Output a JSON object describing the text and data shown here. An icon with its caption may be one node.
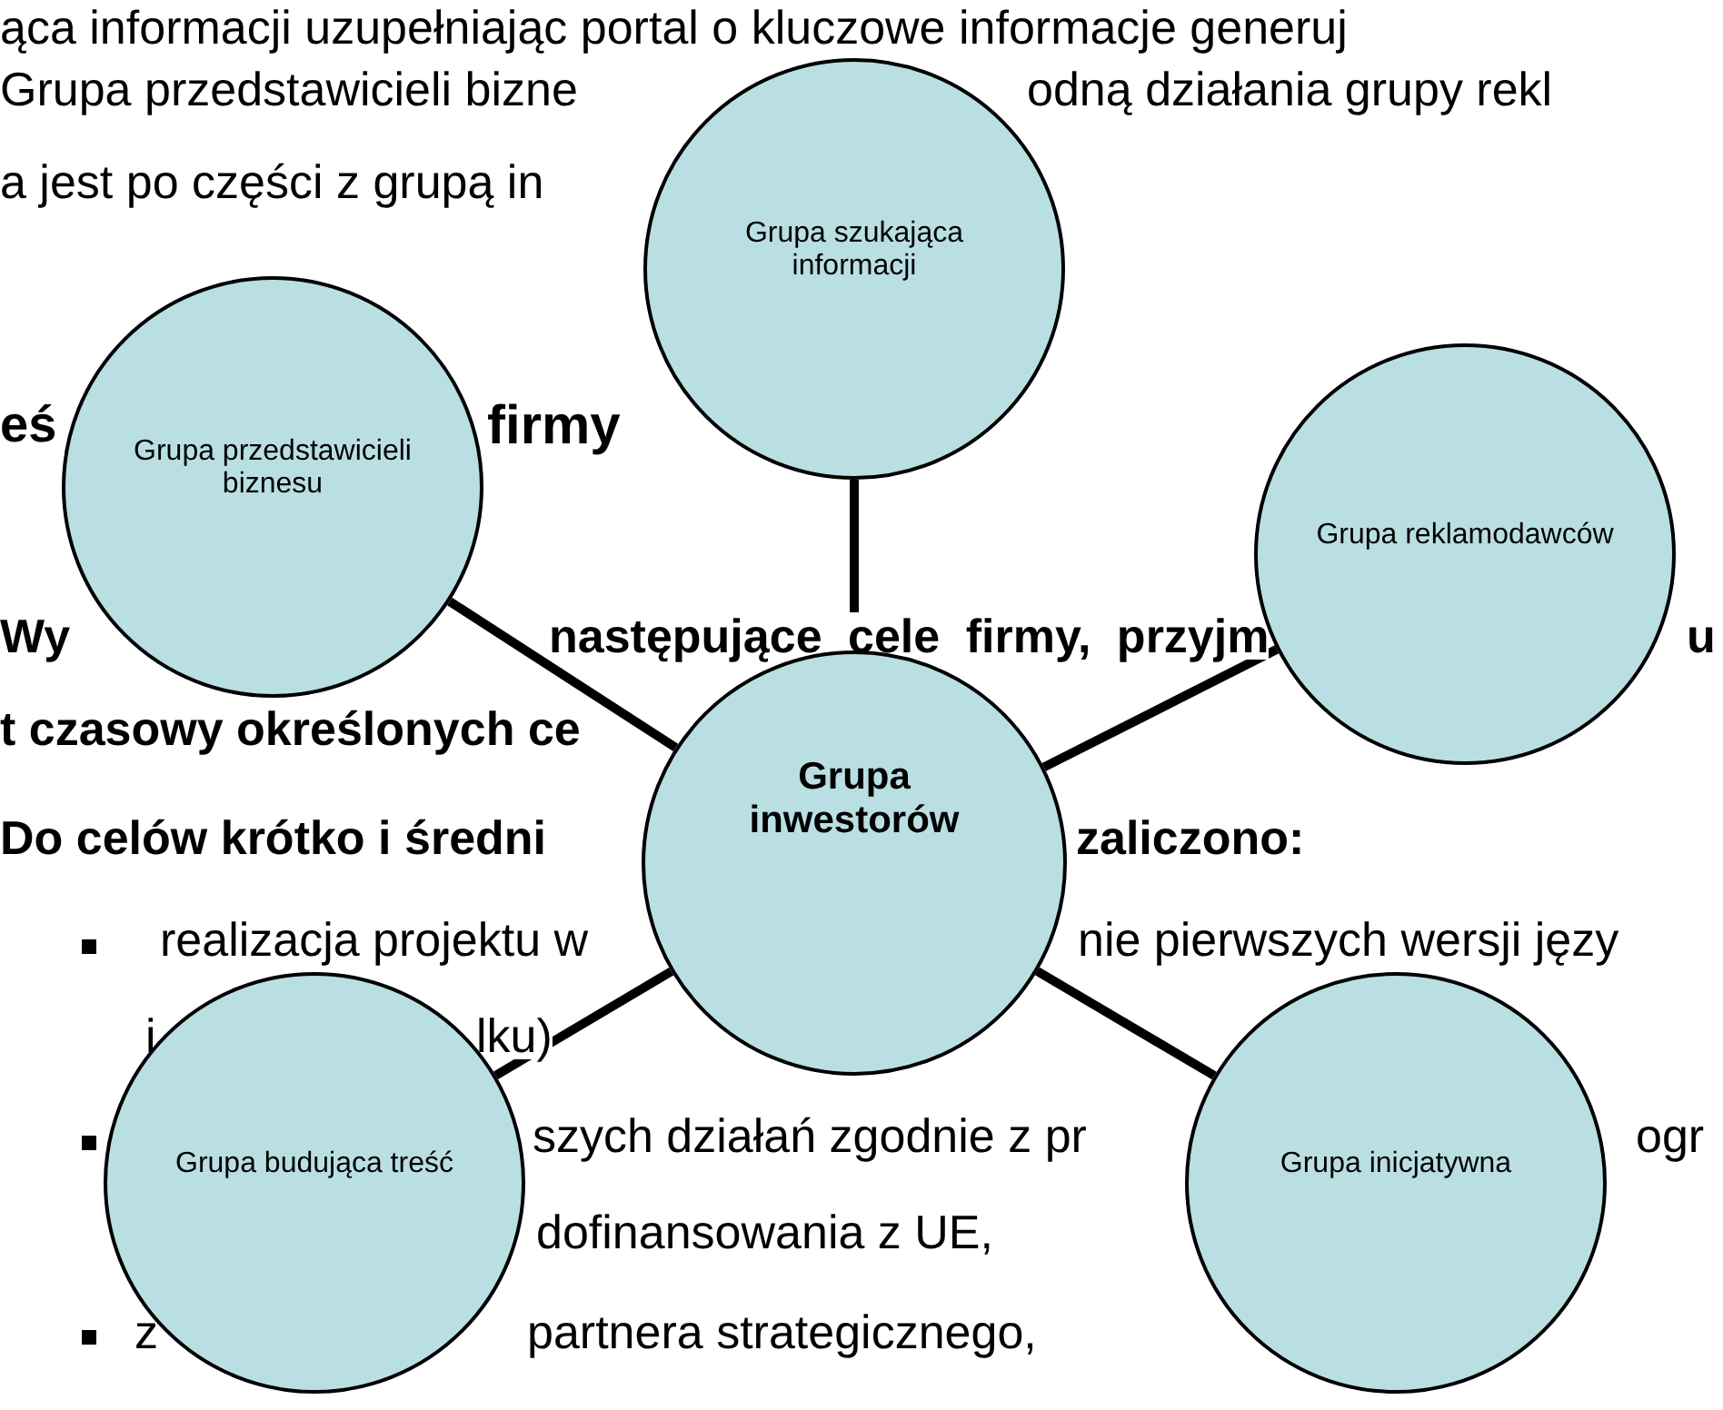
{
  "diagram": {
    "nodes": [
      {
        "text": [
          "Grupa szukająca informacji"
        ]
      },
      {
        "text": [
          "Grupa przedstawicieli biznesu"
        ]
      },
      {
        "text": [
          "Grupa reklamodawców"
        ]
      },
      {
        "text": [
          "Grupa inwestorów"
        ]
      },
      {
        "text": [
          "Grupa budująca treść"
        ]
      },
      {
        "text": [
          "Grupa inicjatywna"
        ]
      }
    ],
    "edges": [
      {
        "from": 3,
        "to": 0,
        "arrow": "none"
      },
      {
        "from": 3,
        "to": 1,
        "arrow": "none"
      },
      {
        "from": 3,
        "to": 2,
        "arrow": "none"
      },
      {
        "from": 3,
        "to": 4,
        "arrow": "none"
      },
      {
        "from": 3,
        "to": 5,
        "arrow": "none"
      }
    ],
    "labels": [
      "ąca informacji uzupełniając portal o kluczowe informacje generuj",
      "Grupa przedstawicieli bizne",
      "odną działania grupy rekl",
      "a jest po części z grupą in",
      "eś",
      "firmy",
      "Wy",
      "następujące cele firmy, przyjm",
      "u",
      "t czasowy określonych ce",
      "Do celów krótko i średni",
      "zaliczono:",
      "realizacja projektu w",
      "nie pierwszych wersji języ",
      "i",
      "lku)",
      "szych działań zgodnie z pr",
      "ogr",
      "dofinansowania z UE,",
      "z",
      "partnera strategicznego,"
    ]
  }
}
